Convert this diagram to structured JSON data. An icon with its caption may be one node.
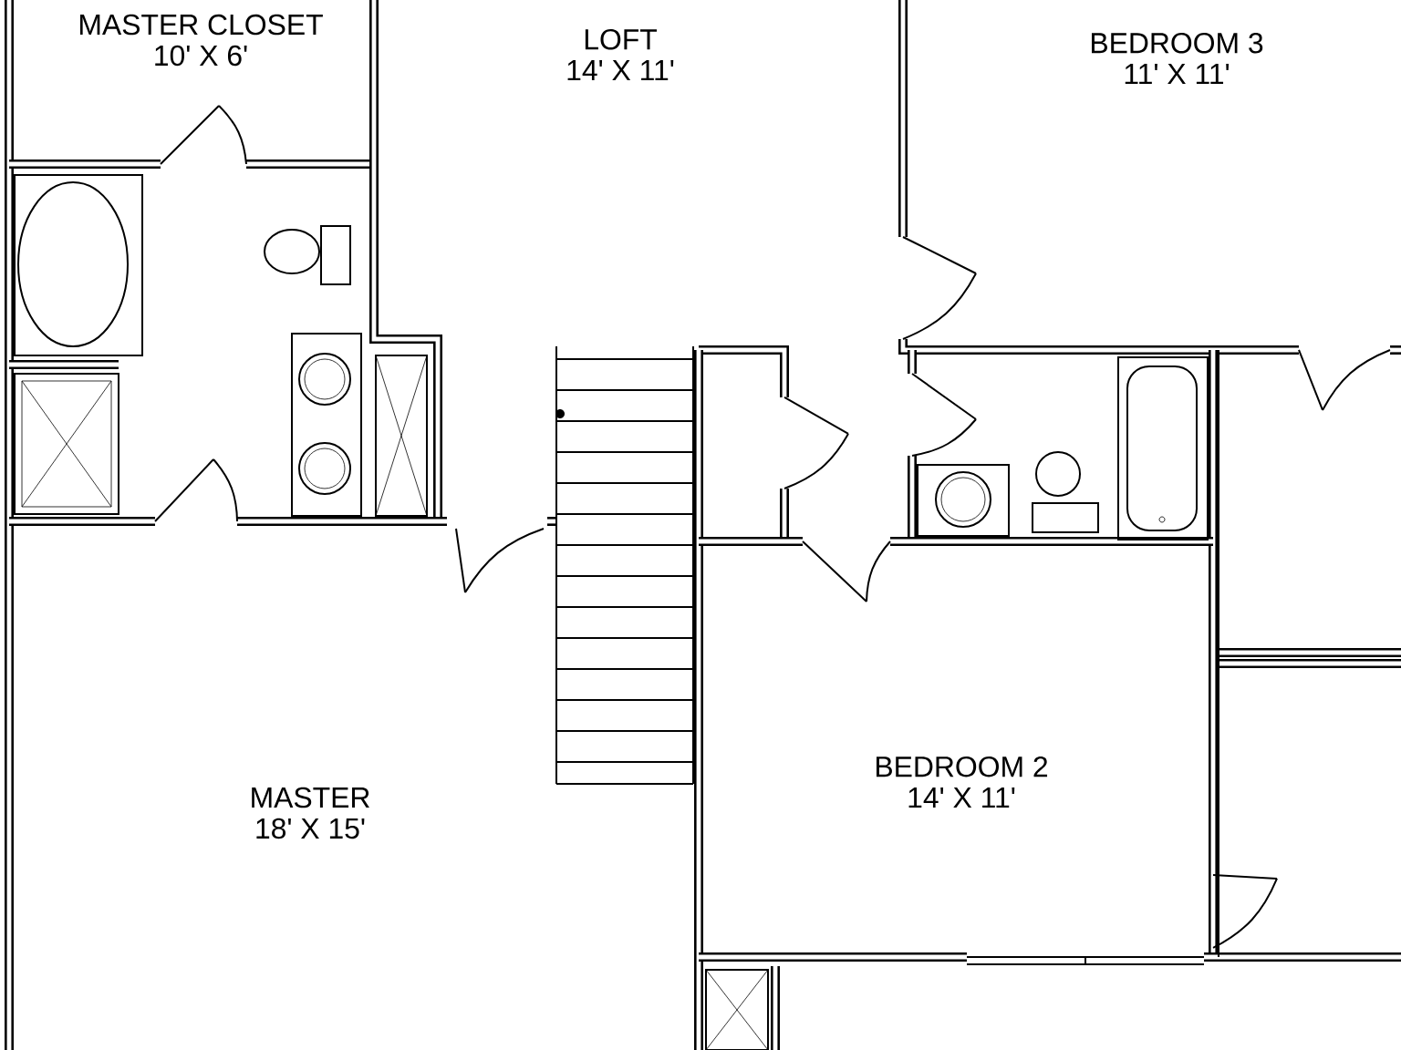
{
  "diagram": {
    "nodes": [
      {
        "text": [
          "MASTER CLOSET",
          "10' X 6'"
        ]
      },
      {
        "text": [
          "LOFT",
          "14' X 11'"
        ]
      },
      {
        "text": [
          "BEDROOM 3",
          "11' X 11'"
        ]
      },
      {
        "text": [
          "MASTER",
          "18' X 15'"
        ]
      },
      {
        "text": [
          "BEDROOM 2",
          "14' X 11'"
        ]
      }
    ],
    "edges": []
  }
}
